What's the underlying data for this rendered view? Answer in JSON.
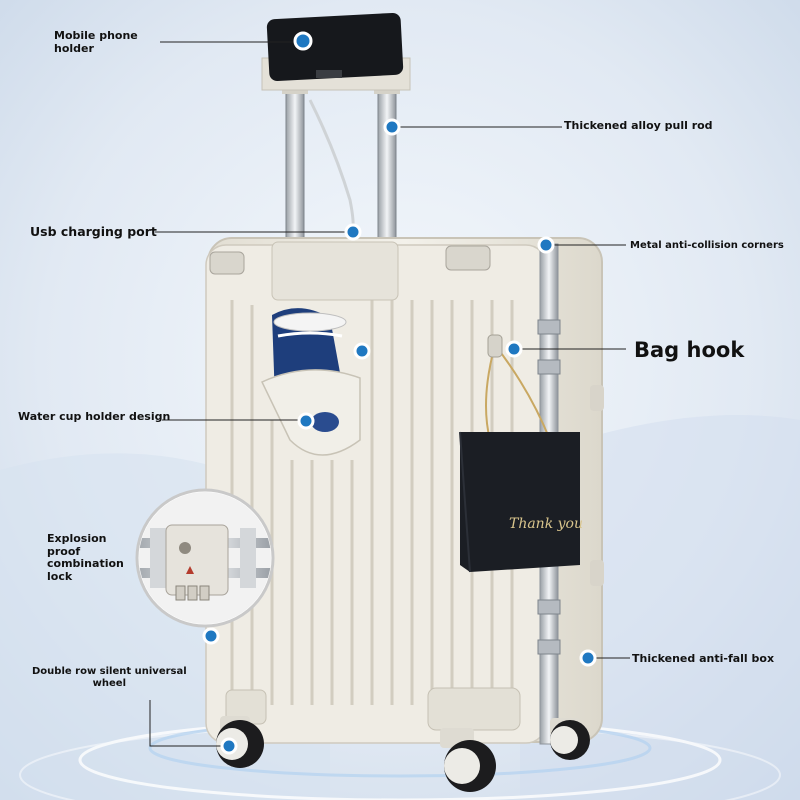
{
  "colors": {
    "background": "#dfe8f3",
    "suitcase": "#edeae1",
    "marker": "#1f78c1",
    "leader": "#222222",
    "bag": "#1b1e24",
    "cup": "#1e3e7c"
  },
  "callouts": {
    "phone_holder": "Mobile phone\nholder",
    "pull_rod": "Thickened alloy pull rod",
    "usb_port": "Usb charging port",
    "metal_corners": "Metal anti-collision corners",
    "bag_hook": "Bag hook",
    "cup_holder": "Water cup holder design",
    "combination_lock": "Explosion\nproof\ncombination\nlock",
    "anti_fall_box": "Thickened anti-fall box",
    "wheels": "Double row silent universal\nwheel"
  },
  "bag_text": "Thank you"
}
